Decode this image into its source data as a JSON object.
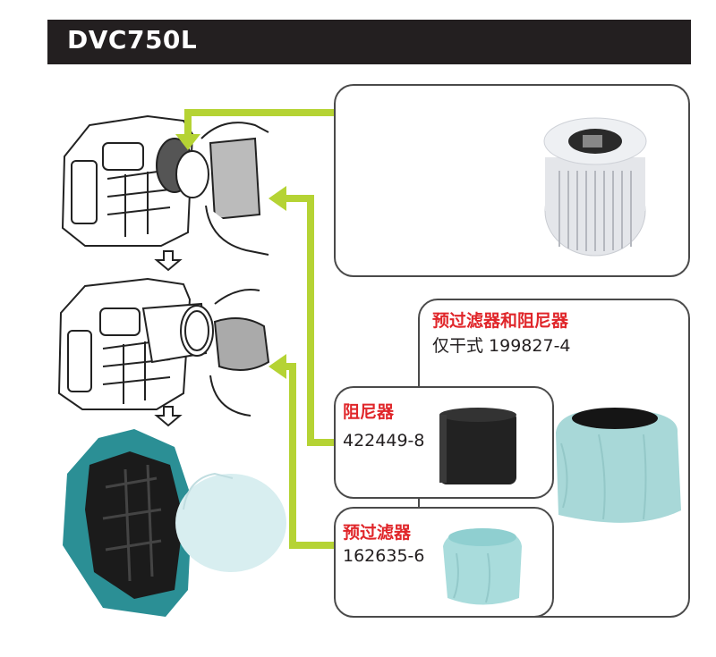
{
  "header": {
    "title": "DVC750L"
  },
  "colors": {
    "header_bg": "#231f20",
    "arrow": "#b5d334",
    "label_red": "#e0262a",
    "box_border": "#4a4a4a",
    "cloth": "#a8d8d8",
    "sponge": "#222222",
    "body_teal": "#2b8f95"
  },
  "parts": {
    "hepa": {
      "name": "hepa-filter"
    },
    "kit": {
      "title": "预过滤器和阻尼器",
      "subtitle": "仅干式 199827-4"
    },
    "damper": {
      "title": "阻尼器",
      "part_no": "422449-8"
    },
    "prefilter": {
      "title": "预过滤器",
      "part_no": "162635-6"
    }
  },
  "steps": [
    {
      "name": "step-1-remove-hepa-cover"
    },
    {
      "name": "step-2-install-damper"
    },
    {
      "name": "step-3-fit-prefilter"
    }
  ]
}
